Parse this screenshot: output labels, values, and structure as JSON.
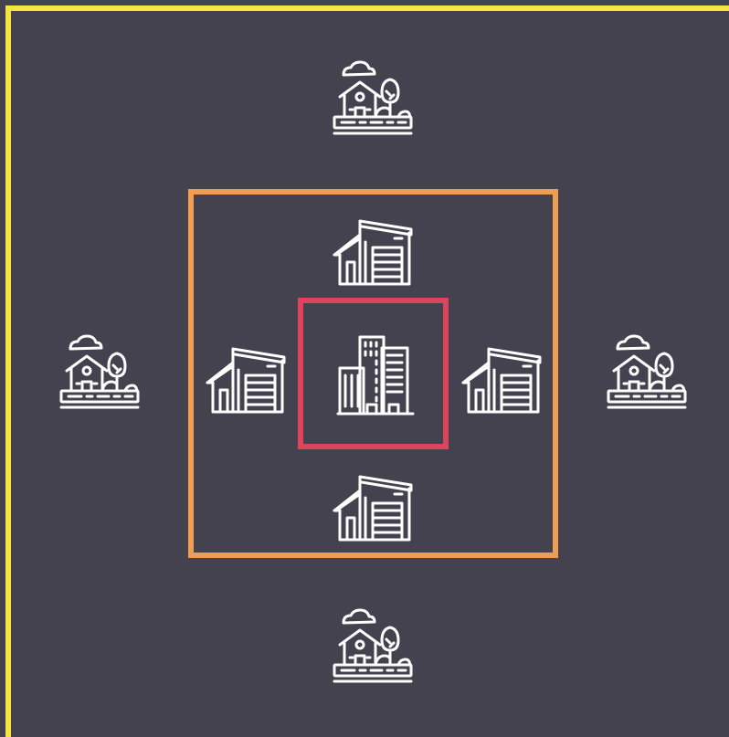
{
  "colors": {
    "background": "#45424f",
    "outer_border": "#f4e63e",
    "middle_border": "#ef9d53",
    "inner_border": "#e0445d",
    "icon_stroke": "#ffffff"
  },
  "zones": [
    {
      "id": "outer",
      "icon": "house-with-tree-icon",
      "count": 4
    },
    {
      "id": "middle",
      "icon": "warehouse-icon",
      "count": 4
    },
    {
      "id": "inner",
      "icon": "office-building-icon",
      "count": 1
    }
  ]
}
